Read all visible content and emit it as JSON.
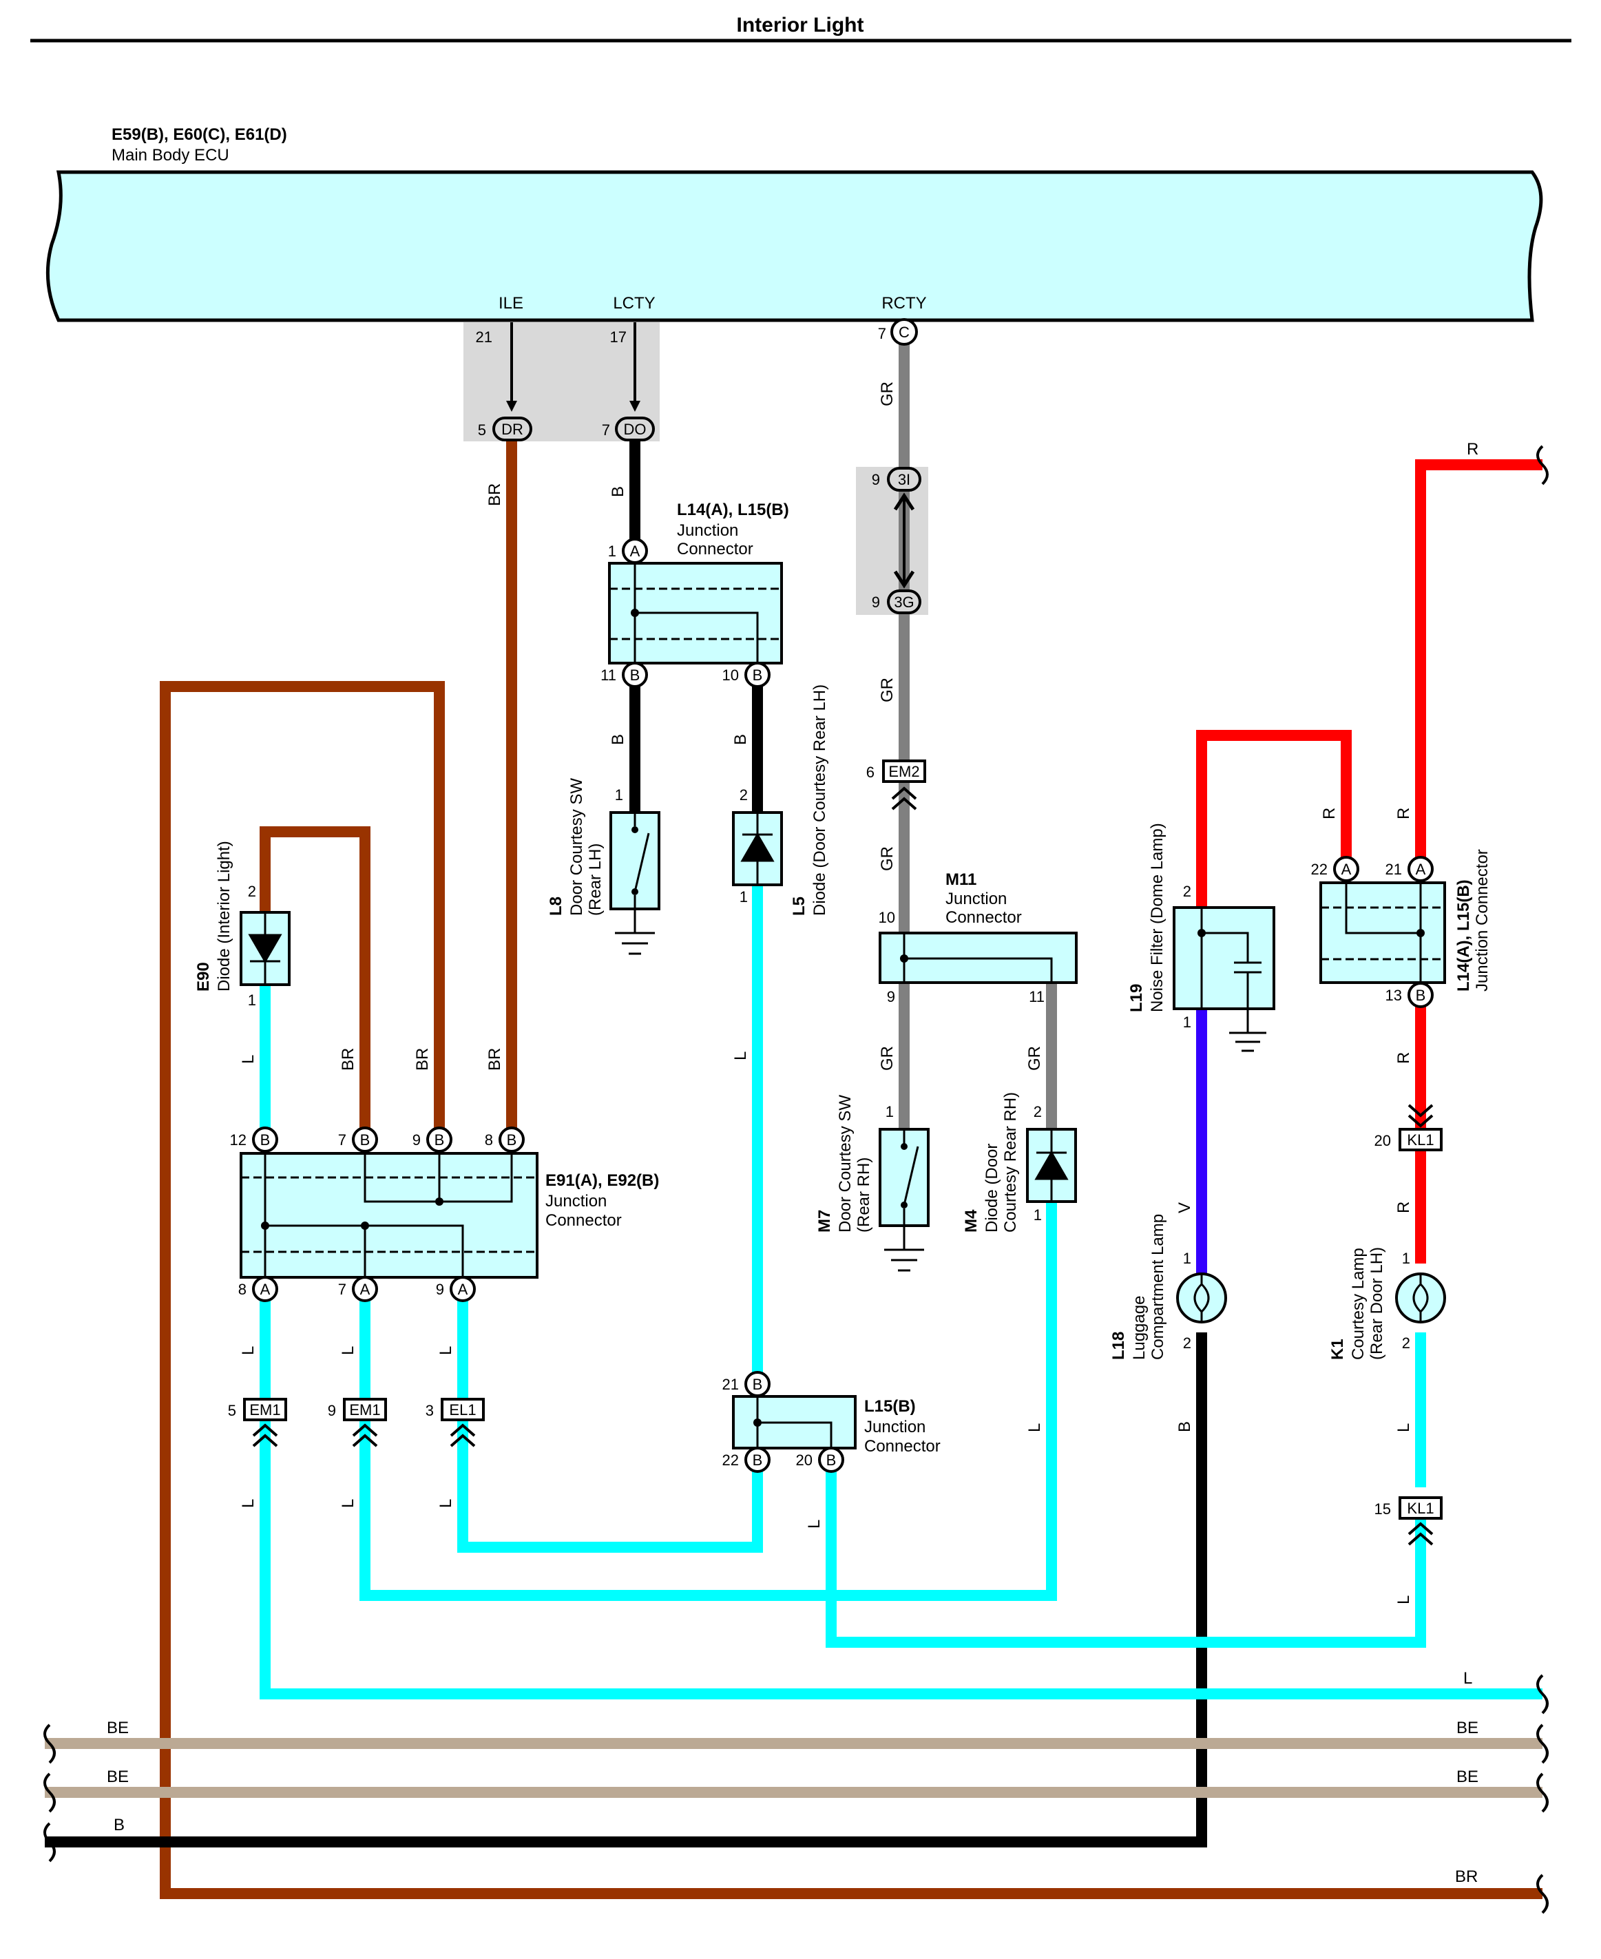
{
  "title": "Interior Light",
  "ecu": {
    "name": "E59(B), E60(C), E61(D)",
    "desc": "Main Body ECU",
    "terminals": {
      "ile": "ILE",
      "lcty": "LCTY",
      "rcty": "RCTY"
    }
  },
  "wire_colors": {
    "BR": "#993300",
    "B": "#000000",
    "L": "#00FFFF",
    "GR": "#808080",
    "R": "#FF0000",
    "V": "#3300FF",
    "BE": "#BBA994"
  },
  "wire_labels": {
    "br": "BR",
    "b": "B",
    "l": "L",
    "gr": "GR",
    "r": "R",
    "v": "V",
    "be": "BE"
  },
  "components": {
    "l14_top": {
      "id": "L14(A), L15(B)",
      "line1": "Junction",
      "line2": "Connector"
    },
    "l8": {
      "id": "L8",
      "line1": "Door Courtesy SW",
      "line2": "(Rear LH)"
    },
    "l5": {
      "id": "L5",
      "line1": "Diode (Door Courtesy Rear LH)"
    },
    "e90": {
      "id": "E90",
      "line1": "Diode (Interior Light)"
    },
    "e91": {
      "id": "E91(A), E92(B)",
      "line1": "Junction",
      "line2": "Connector"
    },
    "m11": {
      "id": "M11",
      "line1": "Junction",
      "line2": "Connector"
    },
    "m7": {
      "id": "M7",
      "line1": "Door Courtesy SW",
      "line2": "(Rear RH)"
    },
    "m4": {
      "id": "M4",
      "line1": "Diode (Door",
      "line2": "Courtesy Rear RH)"
    },
    "l19": {
      "id": "L19",
      "line1": "Noise Filter (Dome Lamp)"
    },
    "l14_right": {
      "id": "L14(A), L15(B)",
      "line1": "Junction Connector"
    },
    "l18": {
      "id": "L18",
      "line1": "Luggage",
      "line2": "Compartment Lamp"
    },
    "k1": {
      "id": "K1",
      "line1": "Courtesy Lamp",
      "line2": "(Rear Door LH)"
    },
    "l15": {
      "id": "L15(B)",
      "line1": "Junction",
      "line2": "Connector"
    }
  },
  "connectors": {
    "dr": "DR",
    "do": "DO",
    "c": "C",
    "c3i": "3I",
    "c3g": "3G",
    "em2": "EM2",
    "em1": "EM1",
    "el1": "EL1",
    "kl1": "KL1",
    "a": "A",
    "b": "B"
  },
  "pins": {
    "p1": "1",
    "p2": "2",
    "p3": "3",
    "p5": "5",
    "p6": "6",
    "p7": "7",
    "p8": "8",
    "p9": "9",
    "p10": "10",
    "p11": "11",
    "p12": "12",
    "p13": "13",
    "p15": "15",
    "p17": "17",
    "p20": "20",
    "p21": "21",
    "p22": "22"
  }
}
